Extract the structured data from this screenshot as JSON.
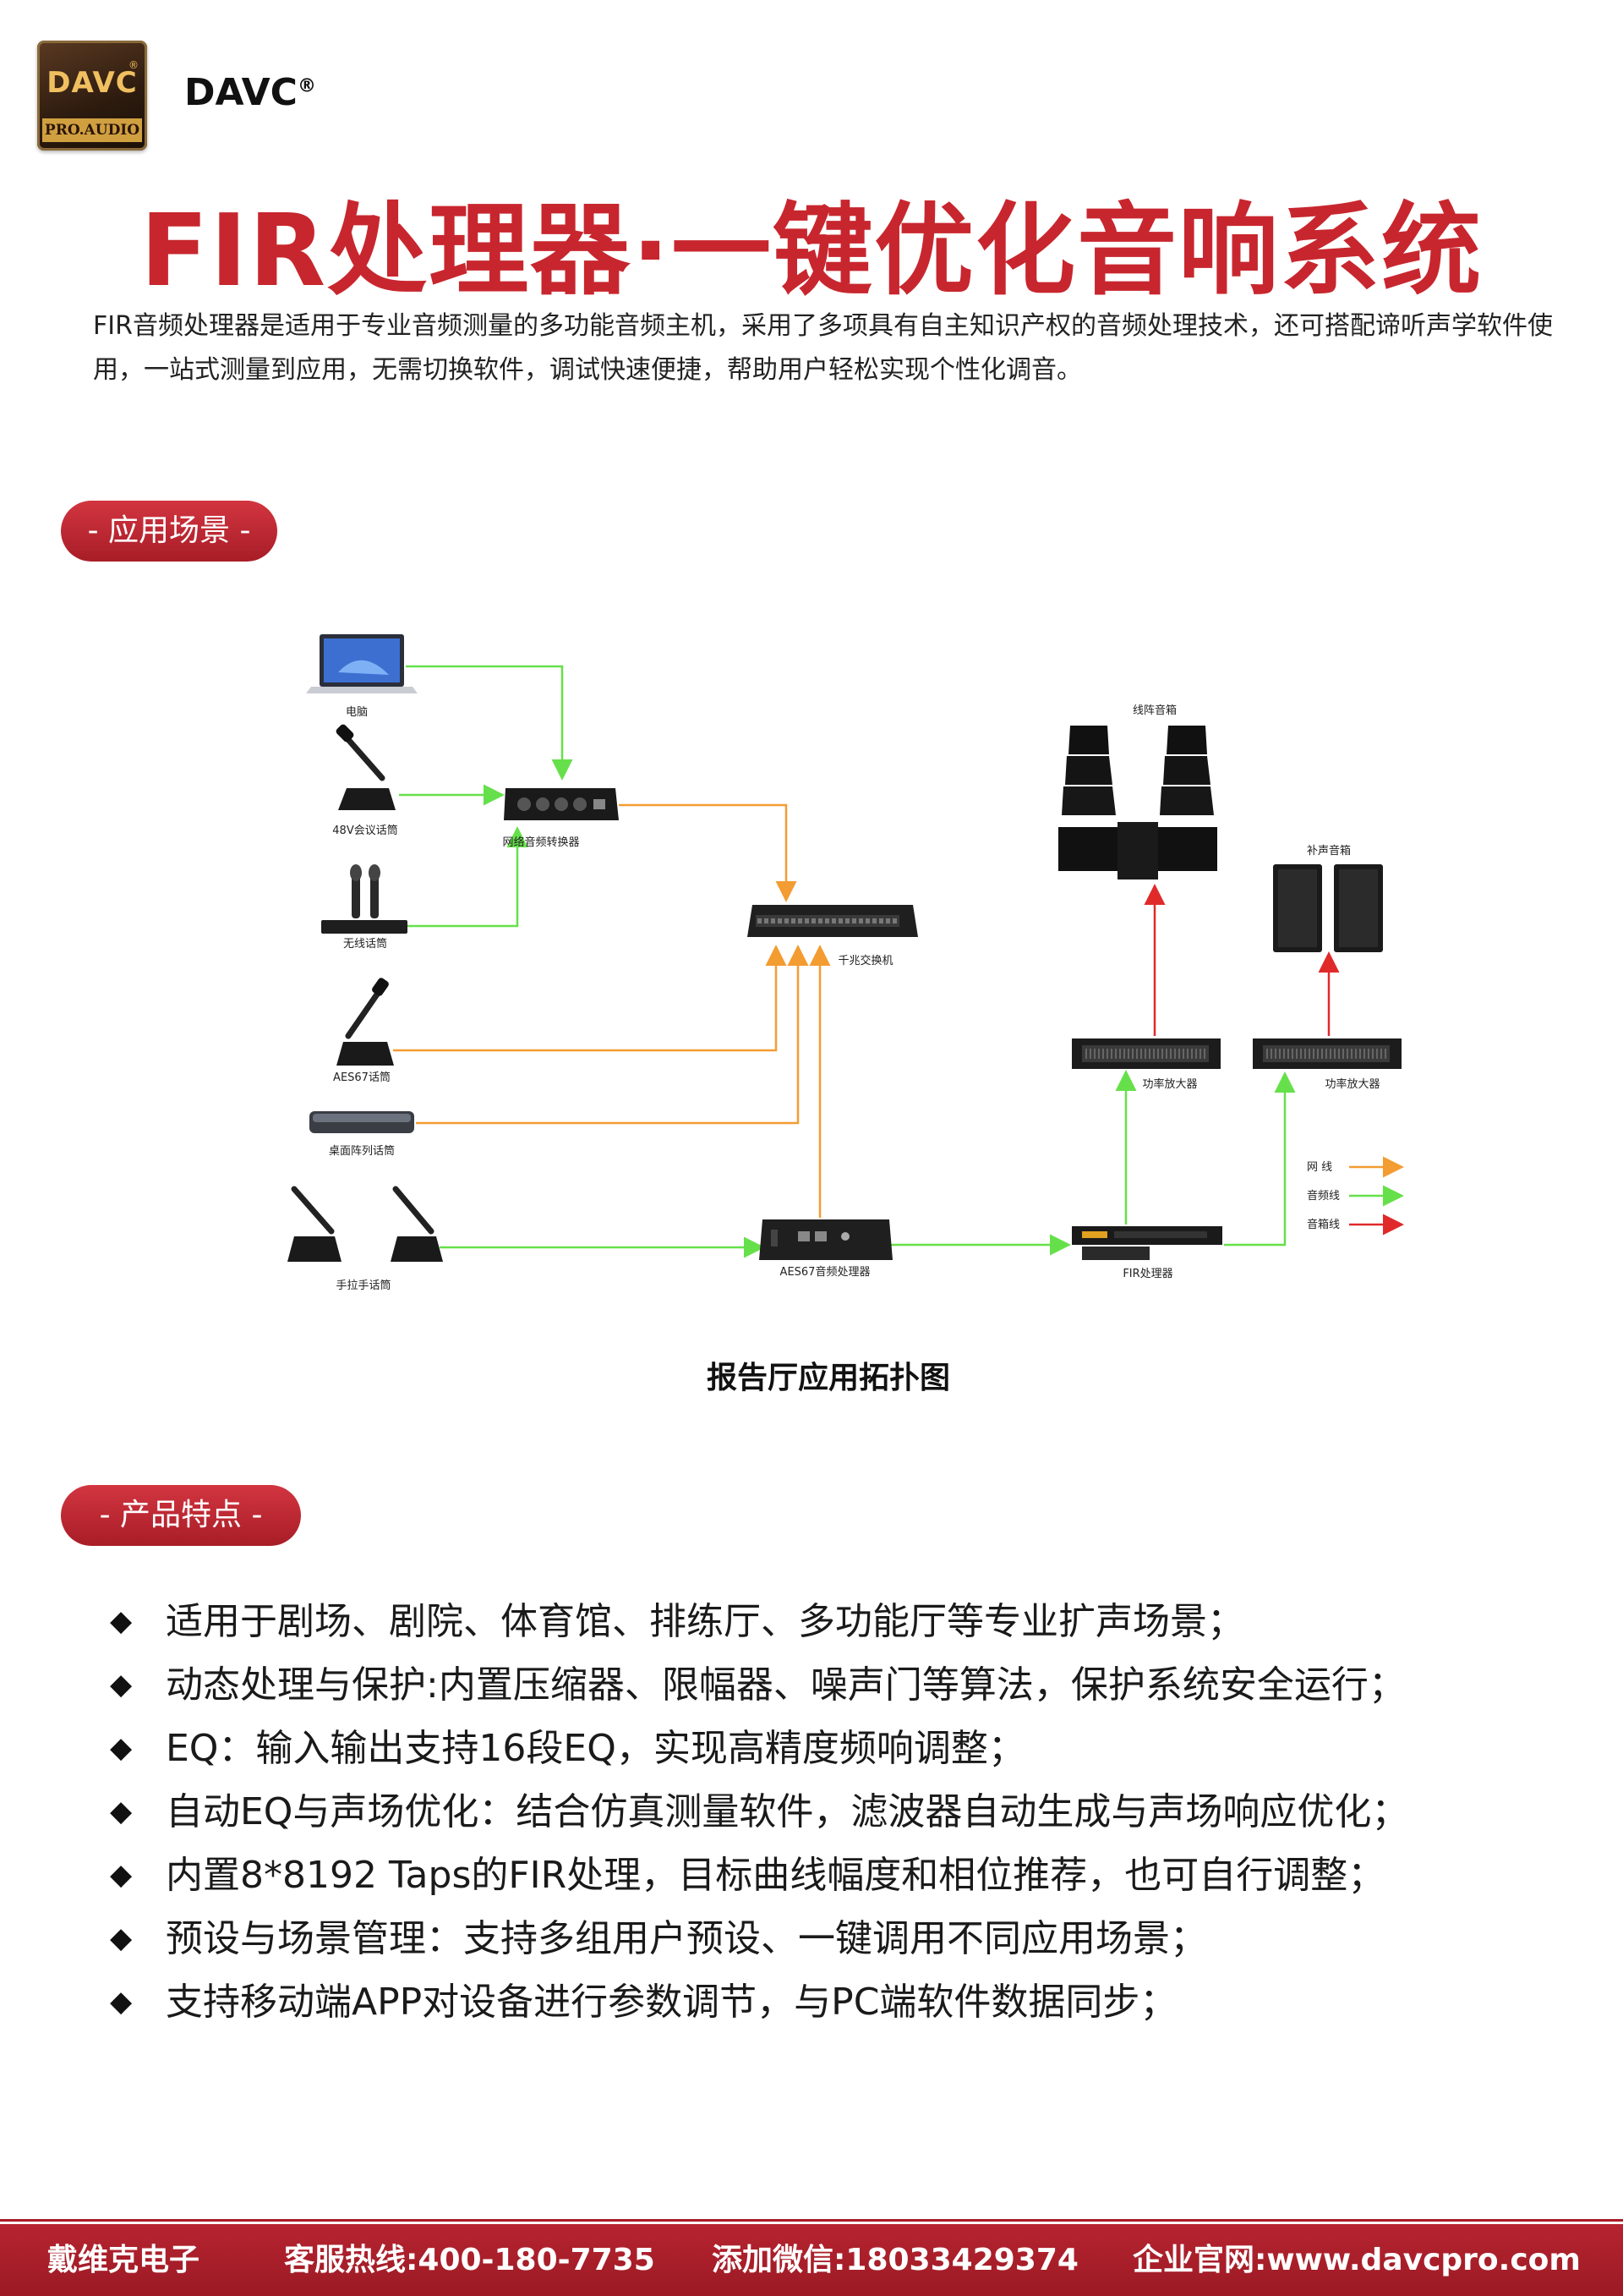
{
  "logo": {
    "top_text": "DAVC",
    "bottom_text": "PRO.AUDIO",
    "reg": "®"
  },
  "brand": {
    "name": "DAVC",
    "reg": "®"
  },
  "title": "FIR处理器·一键优化音响系统",
  "intro": "FIR音频处理器是适用于专业音频测量的多功能音频主机，采用了多项具有自主知识产权的音频处理技术，还可搭配谛听声学软件使用，一站式测量到应用，无需切换软件，调试快速便捷，帮助用户轻松实现个性化调音。",
  "sections": {
    "scene": "- 应用场景 -",
    "features": "- 产品特点 -"
  },
  "diagram": {
    "labels": {
      "laptop": "电脑",
      "gooseneck_48v": "48V会议话筒",
      "wireless": "无线话筒",
      "converter": "网络音频转换器",
      "switch": "千兆交换机",
      "aes67_mic": "AES67话筒",
      "array_mic": "桌面阵列话筒",
      "delegate_mic": "手拉手话筒",
      "aes67_processor": "AES67音频处理器",
      "fir_processor": "FIR处理器",
      "line_array": "线阵音箱",
      "fill_speaker": "补声音箱",
      "amp1": "功率放大器",
      "amp2": "功率放大器"
    },
    "legend": [
      {
        "label": "网  线",
        "color": "#f39c32"
      },
      {
        "label": "音频线",
        "color": "#66e04a"
      },
      {
        "label": "音箱线",
        "color": "#e02a2a"
      }
    ],
    "colors": {
      "network": "#f39c32",
      "audio": "#66e04a",
      "speaker": "#e02a2a"
    }
  },
  "caption": "报告厅应用拓扑图",
  "features": [
    "适用于剧场、剧院、体育馆、排练厅、多功能厅等专业扩声场景；",
    "动态处理与保护:内置压缩器、限幅器、噪声门等算法，保护系统安全运行；",
    "EQ：输入输出支持16段EQ，实现高精度频响调整；",
    "自动EQ与声场优化：结合仿真测量软件，滤波器自动生成与声场响应优化；",
    "内置8*8192 Taps的FIR处理，目标曲线幅度和相位推荐，也可自行调整；",
    "预设与场景管理：支持多组用户预设、一键调用不同应用场景；",
    "支持移动端APP对设备进行参数调节，与PC端软件数据同步；"
  ],
  "bullet": "◆",
  "footer": {
    "company": "戴维克电子",
    "hotline": "客服热线:400-180-7735",
    "wechat": "添加微信:18033429374",
    "website": "企业官网:www.davcpro.com"
  }
}
